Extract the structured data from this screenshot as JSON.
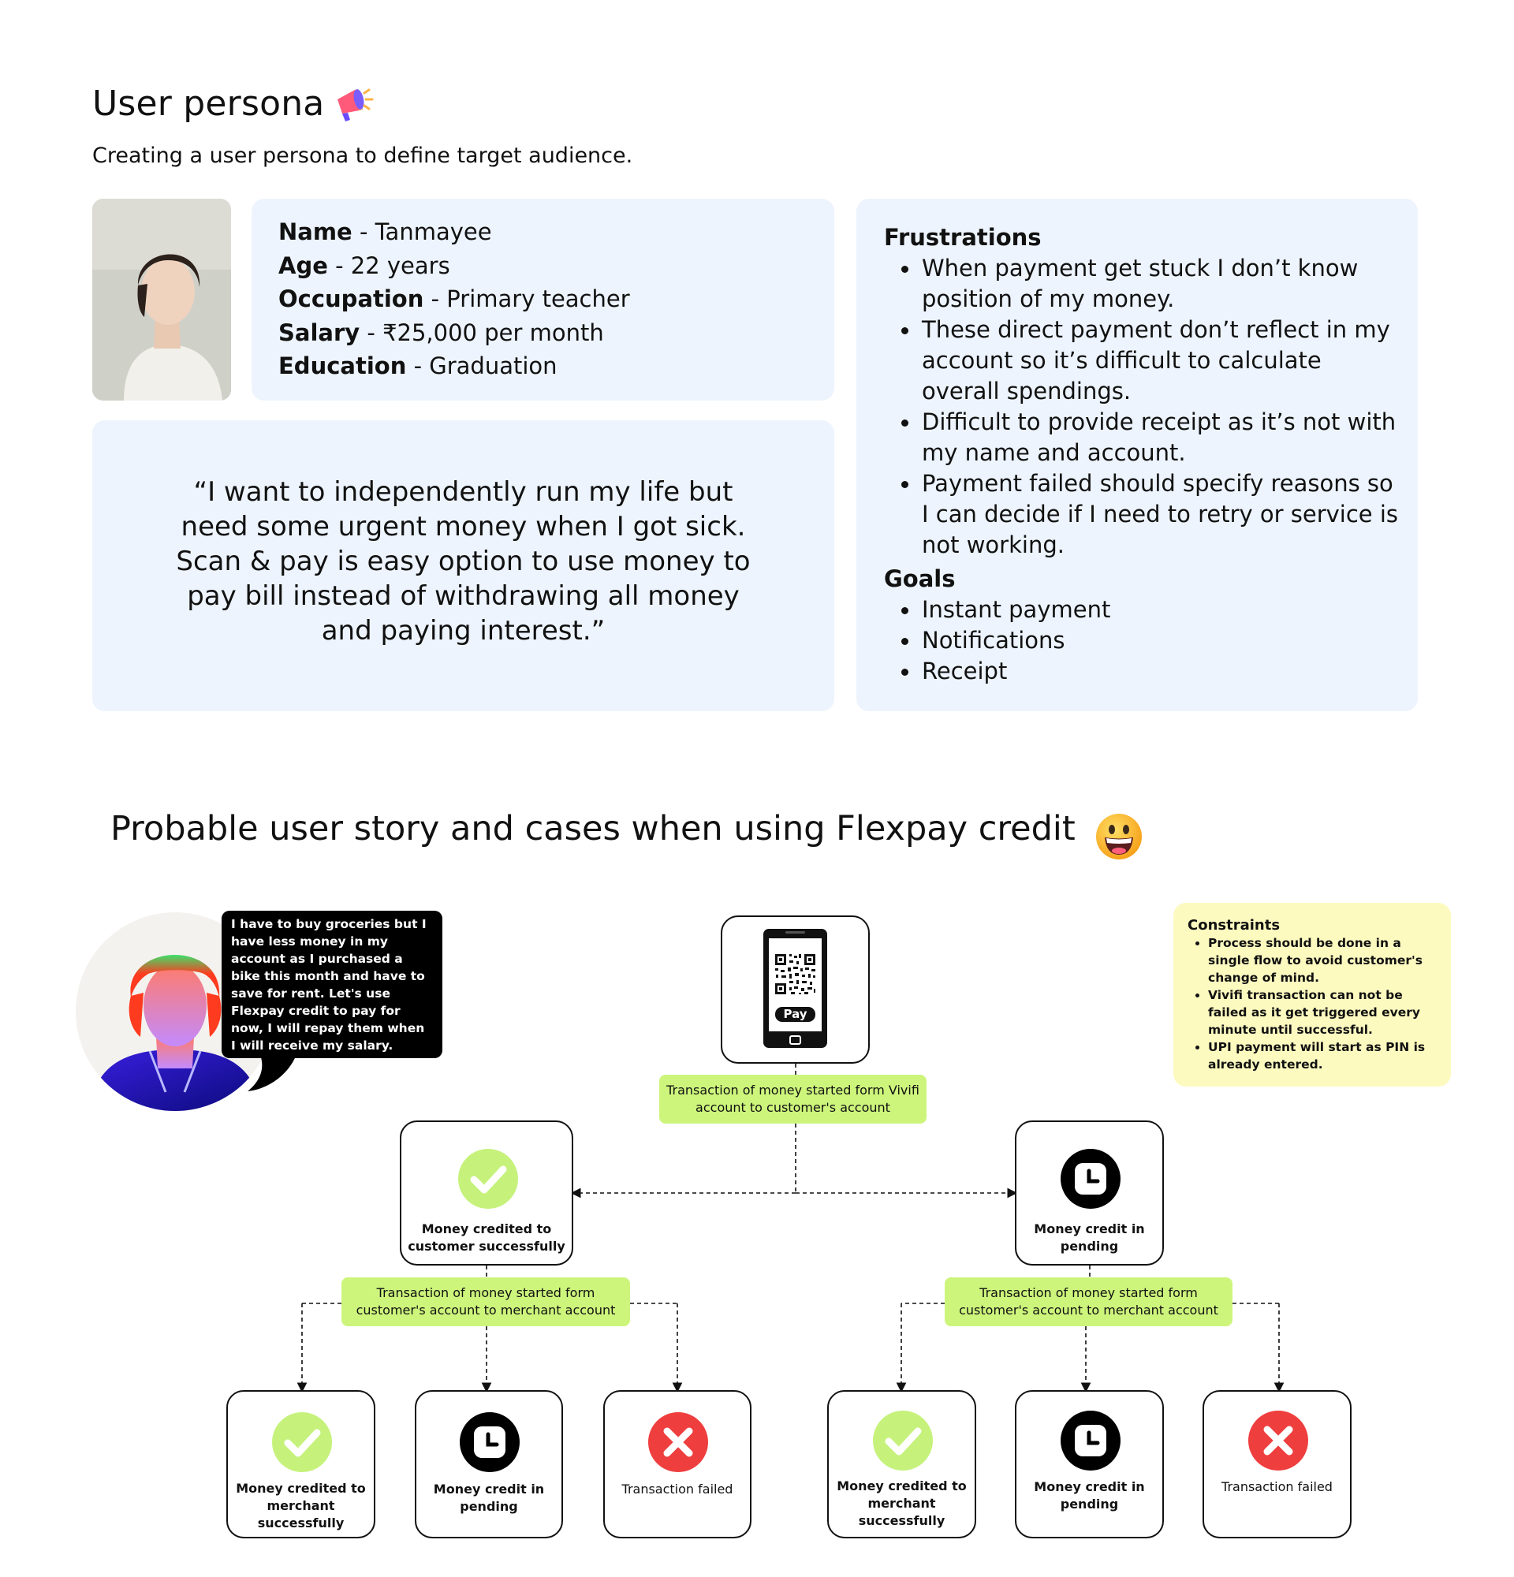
{
  "persona": {
    "title": "User persona",
    "title_icon": "megaphone-icon",
    "subtitle": "Creating a user persona to define target audience.",
    "photo_icon": "persona-photo",
    "info": [
      {
        "label": "Name",
        "value": " - Tanmayee"
      },
      {
        "label": "Age",
        "value": " - 22 years"
      },
      {
        "label": "Occupation",
        "value": " - Primary teacher"
      },
      {
        "label": "Salary",
        "value": " - ₹25,000 per month"
      },
      {
        "label": "Education",
        "value": " - Graduation"
      }
    ],
    "quote": "“I want to independently run my life but need some urgent money when I got sick. Scan & pay is easy option to use money to pay bill instead of withdrawing all money and paying interest.”",
    "frustrations_title": "Frustrations",
    "frustrations": [
      "When payment get stuck I don’t know position of my money.",
      "These direct payment don’t reflect in my account so it’s difficult to calculate overall spendings.",
      "Difficult to provide receipt as it’s not with my name and account.",
      "Payment failed should specify reasons so I can decide if I need to retry or service is not working."
    ],
    "goals_title": "Goals",
    "goals": [
      "Instant payment",
      "Notifications",
      "Receipt"
    ],
    "card_color": "#edf4fd"
  },
  "story": {
    "title": "Probable user story and cases when using Flexpay credit",
    "title_icon": "grinning-face-icon",
    "speech": "I have to buy groceries but I have less money in my account as I purchased a bike this month and have to save for rent. Let's use Flexpay credit to pay for now, I will repay them when I will receive my salary.",
    "avatar_icon": "user-avatar-icon",
    "phone_icon": "phone-qr-icon",
    "pay_label": "Pay",
    "constraints_title": "Constraints",
    "constraints": [
      "Process should be done in a single flow to avoid customer's change of mind.",
      "Vivifi transaction can not be failed as it get triggered every minute until successful.",
      "UPI payment will start as PIN is already entered."
    ],
    "pill_top": "Transaction of money started form Vivifi account to customer's account",
    "left_branch": {
      "node": "Money credited to customer successfully",
      "icon": "check-circle-icon",
      "pill": "Transaction of money started form customer's account to merchant account",
      "outcomes": [
        {
          "label": "Money credited to merchant successfully",
          "icon": "check-circle-icon"
        },
        {
          "label": "Money credit in pending",
          "icon": "clock-icon"
        },
        {
          "label": "Transaction failed",
          "icon": "x-circle-icon"
        }
      ]
    },
    "right_branch": {
      "node": "Money credit in pending",
      "icon": "clock-icon",
      "pill": "Transaction of money started form customer's account to merchant account",
      "outcomes": [
        {
          "label": "Money credited to merchant successfully",
          "icon": "check-circle-icon"
        },
        {
          "label": "Money credit in pending",
          "icon": "clock-icon"
        },
        {
          "label": "Transaction failed",
          "icon": "x-circle-icon"
        }
      ]
    },
    "colors": {
      "pill": "#cdf57c",
      "success": "#c6f27c",
      "failed": "#ef3e3e",
      "constraints": "#fdfac0"
    }
  }
}
